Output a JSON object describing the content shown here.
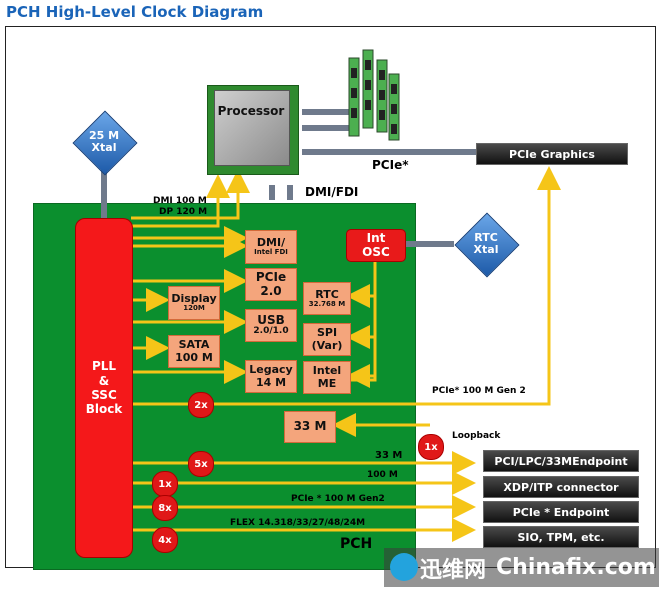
{
  "title": "PCH High-Level Clock Diagram",
  "processor": "Processor",
  "xtal25": [
    "25 M",
    "Xtal"
  ],
  "rtc_xtal": [
    "RTC",
    "Xtal"
  ],
  "int_osc": [
    "Int",
    "OSC"
  ],
  "pll": [
    "PLL",
    "&",
    "SSC",
    "Block"
  ],
  "pch_label": "PCH",
  "labels": {
    "dmi100": "DMI 100 M",
    "dp120": "DP 120 M",
    "dmi_fdi": "DMI/FDI",
    "pcie_top": "PCIe*",
    "pcie_100_gen2_right": "PCIe* 100 M Gen 2",
    "loopback": "Loopback",
    "m33": "33 M",
    "m100": "100 M",
    "pcie_100_gen2": "PCIe * 100 M Gen2",
    "flex": "FLEX 14.318/33/27/48/24M"
  },
  "blocks": {
    "dmi": {
      "main": "DMI/",
      "sub": "Intel FDI"
    },
    "pcie": {
      "main": "PCIe",
      "sub": "2.0"
    },
    "display": {
      "main": "Display",
      "sub": "120M"
    },
    "usb": {
      "main": "USB",
      "sub": "2.0/1.0"
    },
    "rtc": {
      "main": "RTC",
      "sub": "32.768 M"
    },
    "sata": {
      "main": "SATA",
      "sub": "100 M"
    },
    "spi": {
      "main": "SPI",
      "sub": "(Var)"
    },
    "legacy": {
      "main": "Legacy",
      "sub": "14 M"
    },
    "intel_me": {
      "main": "Intel",
      "sub": "ME"
    },
    "m33": "33 M"
  },
  "multipliers": {
    "c2x": "2x",
    "c1x_loop": "1x",
    "c5x": "5x",
    "c1x": "1x",
    "c8x": "8x",
    "c4x": "4x"
  },
  "destinations": [
    "PCIe Graphics",
    "PCI/LPC/33MEndpoint",
    "XDP/ITP connector",
    "PCIe * Endpoint",
    "SIO, TPM, etc."
  ],
  "watermark": {
    "cn": "迅维网",
    "en": "Chinafix.com"
  },
  "colors": {
    "board": "#0b8f2e",
    "wire": "#f5c518",
    "pll": "#f4181a",
    "block": "#f4a57c"
  }
}
